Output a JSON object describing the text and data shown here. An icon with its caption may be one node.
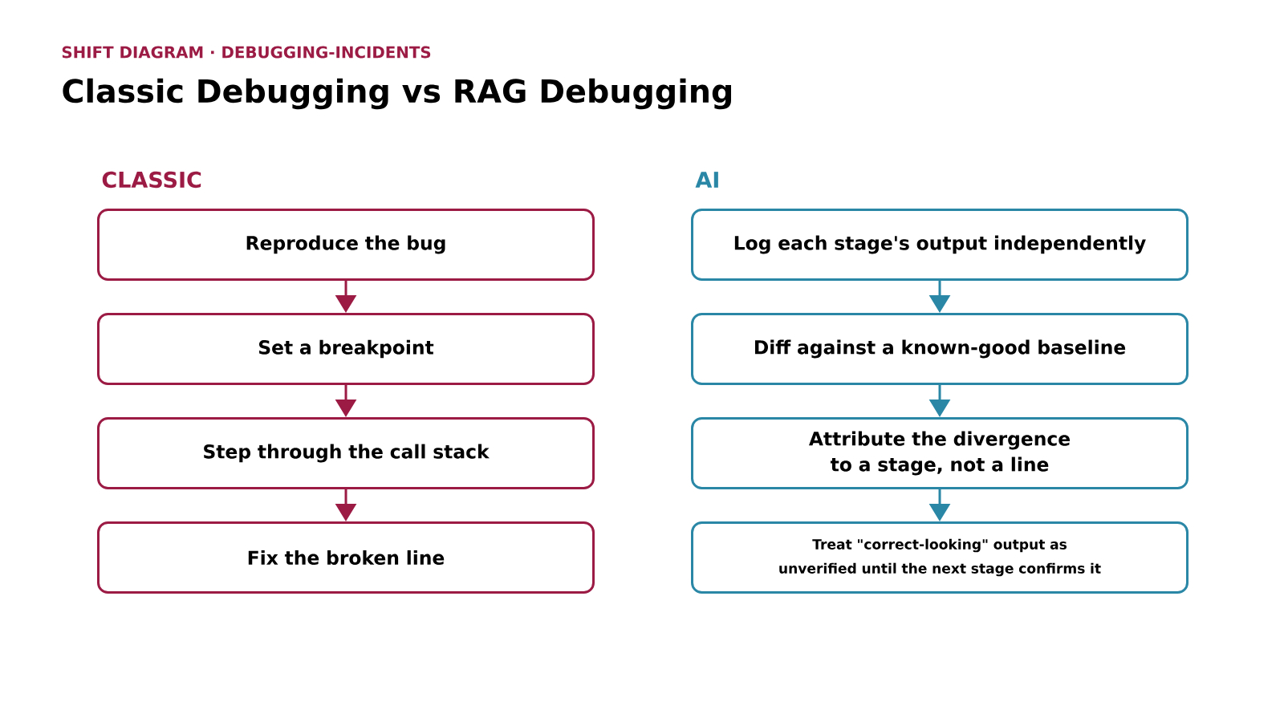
{
  "diagram": {
    "title": "Classic Debugging vs RAG Debugging",
    "nodes": [
      {
        "text": [
          "Reproduce the bug"
        ]
      },
      {
        "text": [
          "Set a breakpoint"
        ]
      },
      {
        "text": [
          "Step through the call stack"
        ]
      },
      {
        "text": [
          "Fix the broken line"
        ]
      },
      {
        "text": [
          "Log each stage's output independently"
        ]
      },
      {
        "text": [
          "Diff against a known-good baseline"
        ]
      },
      {
        "text": [
          "Attribute the divergence to a stage, not a line"
        ]
      },
      {
        "text": [
          "Treat \"correct-looking\" output as unverified until the next stage confirms it"
        ]
      }
    ],
    "edges": [
      {
        "from": 0,
        "to": 1,
        "arrow": "to",
        "color": "#9b1b45"
      },
      {
        "from": 1,
        "to": 2,
        "arrow": "to",
        "color": "#9b1b45"
      },
      {
        "from": 2,
        "to": 3,
        "arrow": "to",
        "color": "#9b1b45"
      },
      {
        "from": 4,
        "to": 5,
        "arrow": "to",
        "color": "#2a87a6"
      },
      {
        "from": 5,
        "to": 6,
        "arrow": "to",
        "color": "#2a87a6"
      },
      {
        "from": 6,
        "to": 7,
        "arrow": "to",
        "color": "#2a87a6"
      }
    ],
    "labels": [
      "SHIFT DIAGRAM · DEBUGGING-INCIDENTS",
      "CLASSIC",
      "AI"
    ]
  }
}
